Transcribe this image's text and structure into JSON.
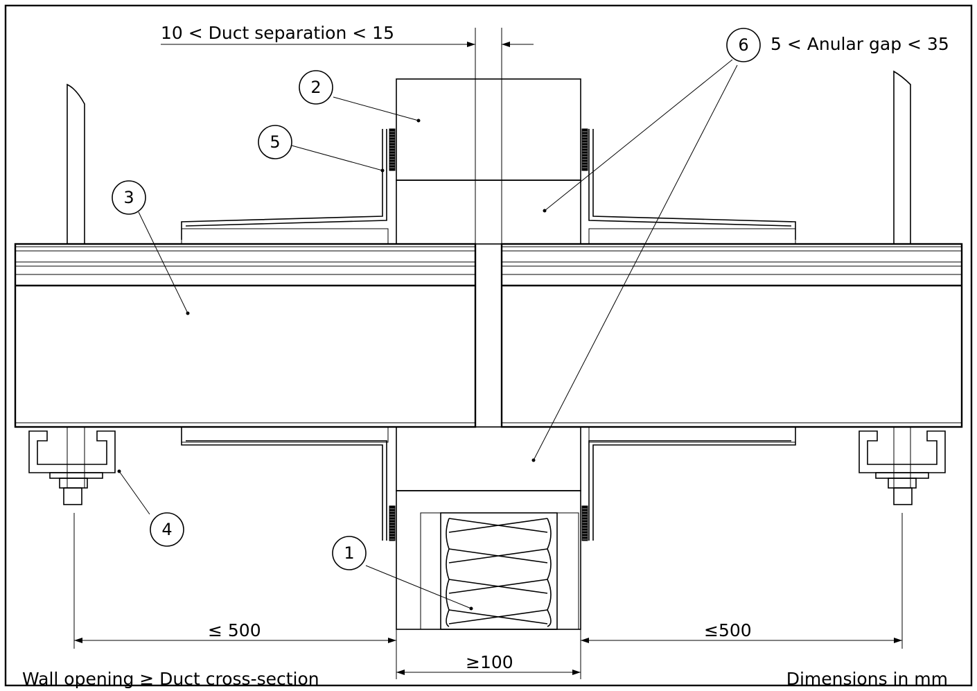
{
  "dimensions": {
    "duct_separation": "10 < Duct separation <  15",
    "annular_gap": "5 < Anular gap < 35",
    "left_hanger_spacing": "≤ 500",
    "right_hanger_spacing": "≤500",
    "wall_thickness": "≥100"
  },
  "notes": {
    "wall_opening": "Wall opening ≥ Duct cross-section",
    "units": "Dimensions in mm"
  },
  "callouts": [
    "1",
    "2",
    "3",
    "4",
    "5",
    "6"
  ]
}
